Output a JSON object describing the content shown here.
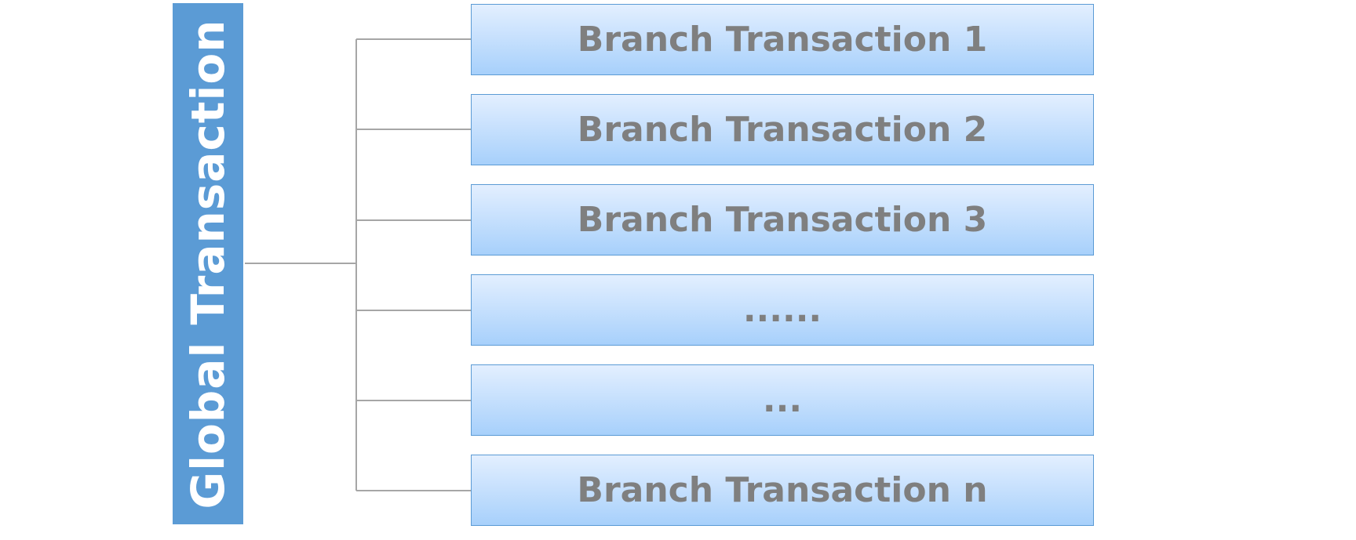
{
  "global": {
    "label": "Global Transaction"
  },
  "branches": [
    {
      "label": "Branch Transaction 1"
    },
    {
      "label": "Branch Transaction 2"
    },
    {
      "label": "Branch Transaction 3"
    },
    {
      "label": "......"
    },
    {
      "label": "..."
    },
    {
      "label": "Branch Transaction n"
    }
  ],
  "colors": {
    "global_fill": "#5b9bd5",
    "global_text": "#ffffff",
    "branch_border": "#5b9bd5",
    "branch_gradient_top": "#e3efff",
    "branch_gradient_bottom": "#a7d0fb",
    "branch_text": "#7f7f7f",
    "connector": "#a6a6a6"
  }
}
